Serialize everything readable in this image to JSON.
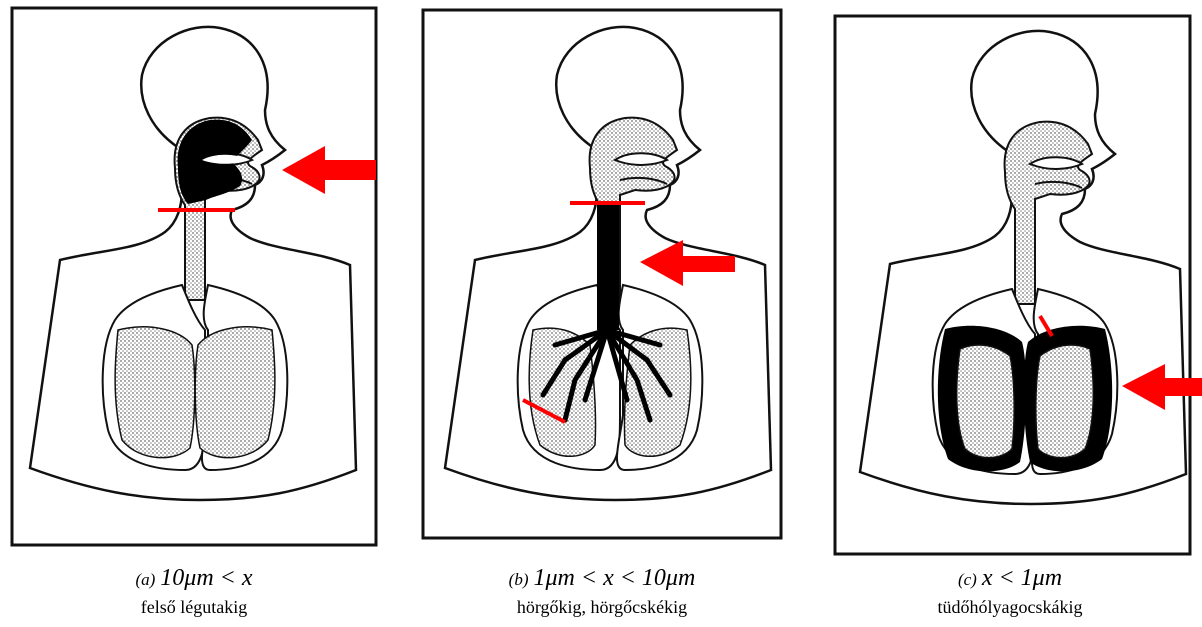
{
  "colors": {
    "accent_red": "#ff0000",
    "outline": "#111111",
    "stipple": "#9a9a9a",
    "deposit": "#000000"
  },
  "panels": [
    {
      "label": "(a)",
      "condition": "10μm < x",
      "description": "felső légutakig"
    },
    {
      "label": "(b)",
      "condition": "1μm < x < 10μm",
      "description": "hörgőkig, hörgőcskékig"
    },
    {
      "label": "(c)",
      "condition": "x < 1μm",
      "description": "tüdőhólyagocskákig"
    }
  ]
}
